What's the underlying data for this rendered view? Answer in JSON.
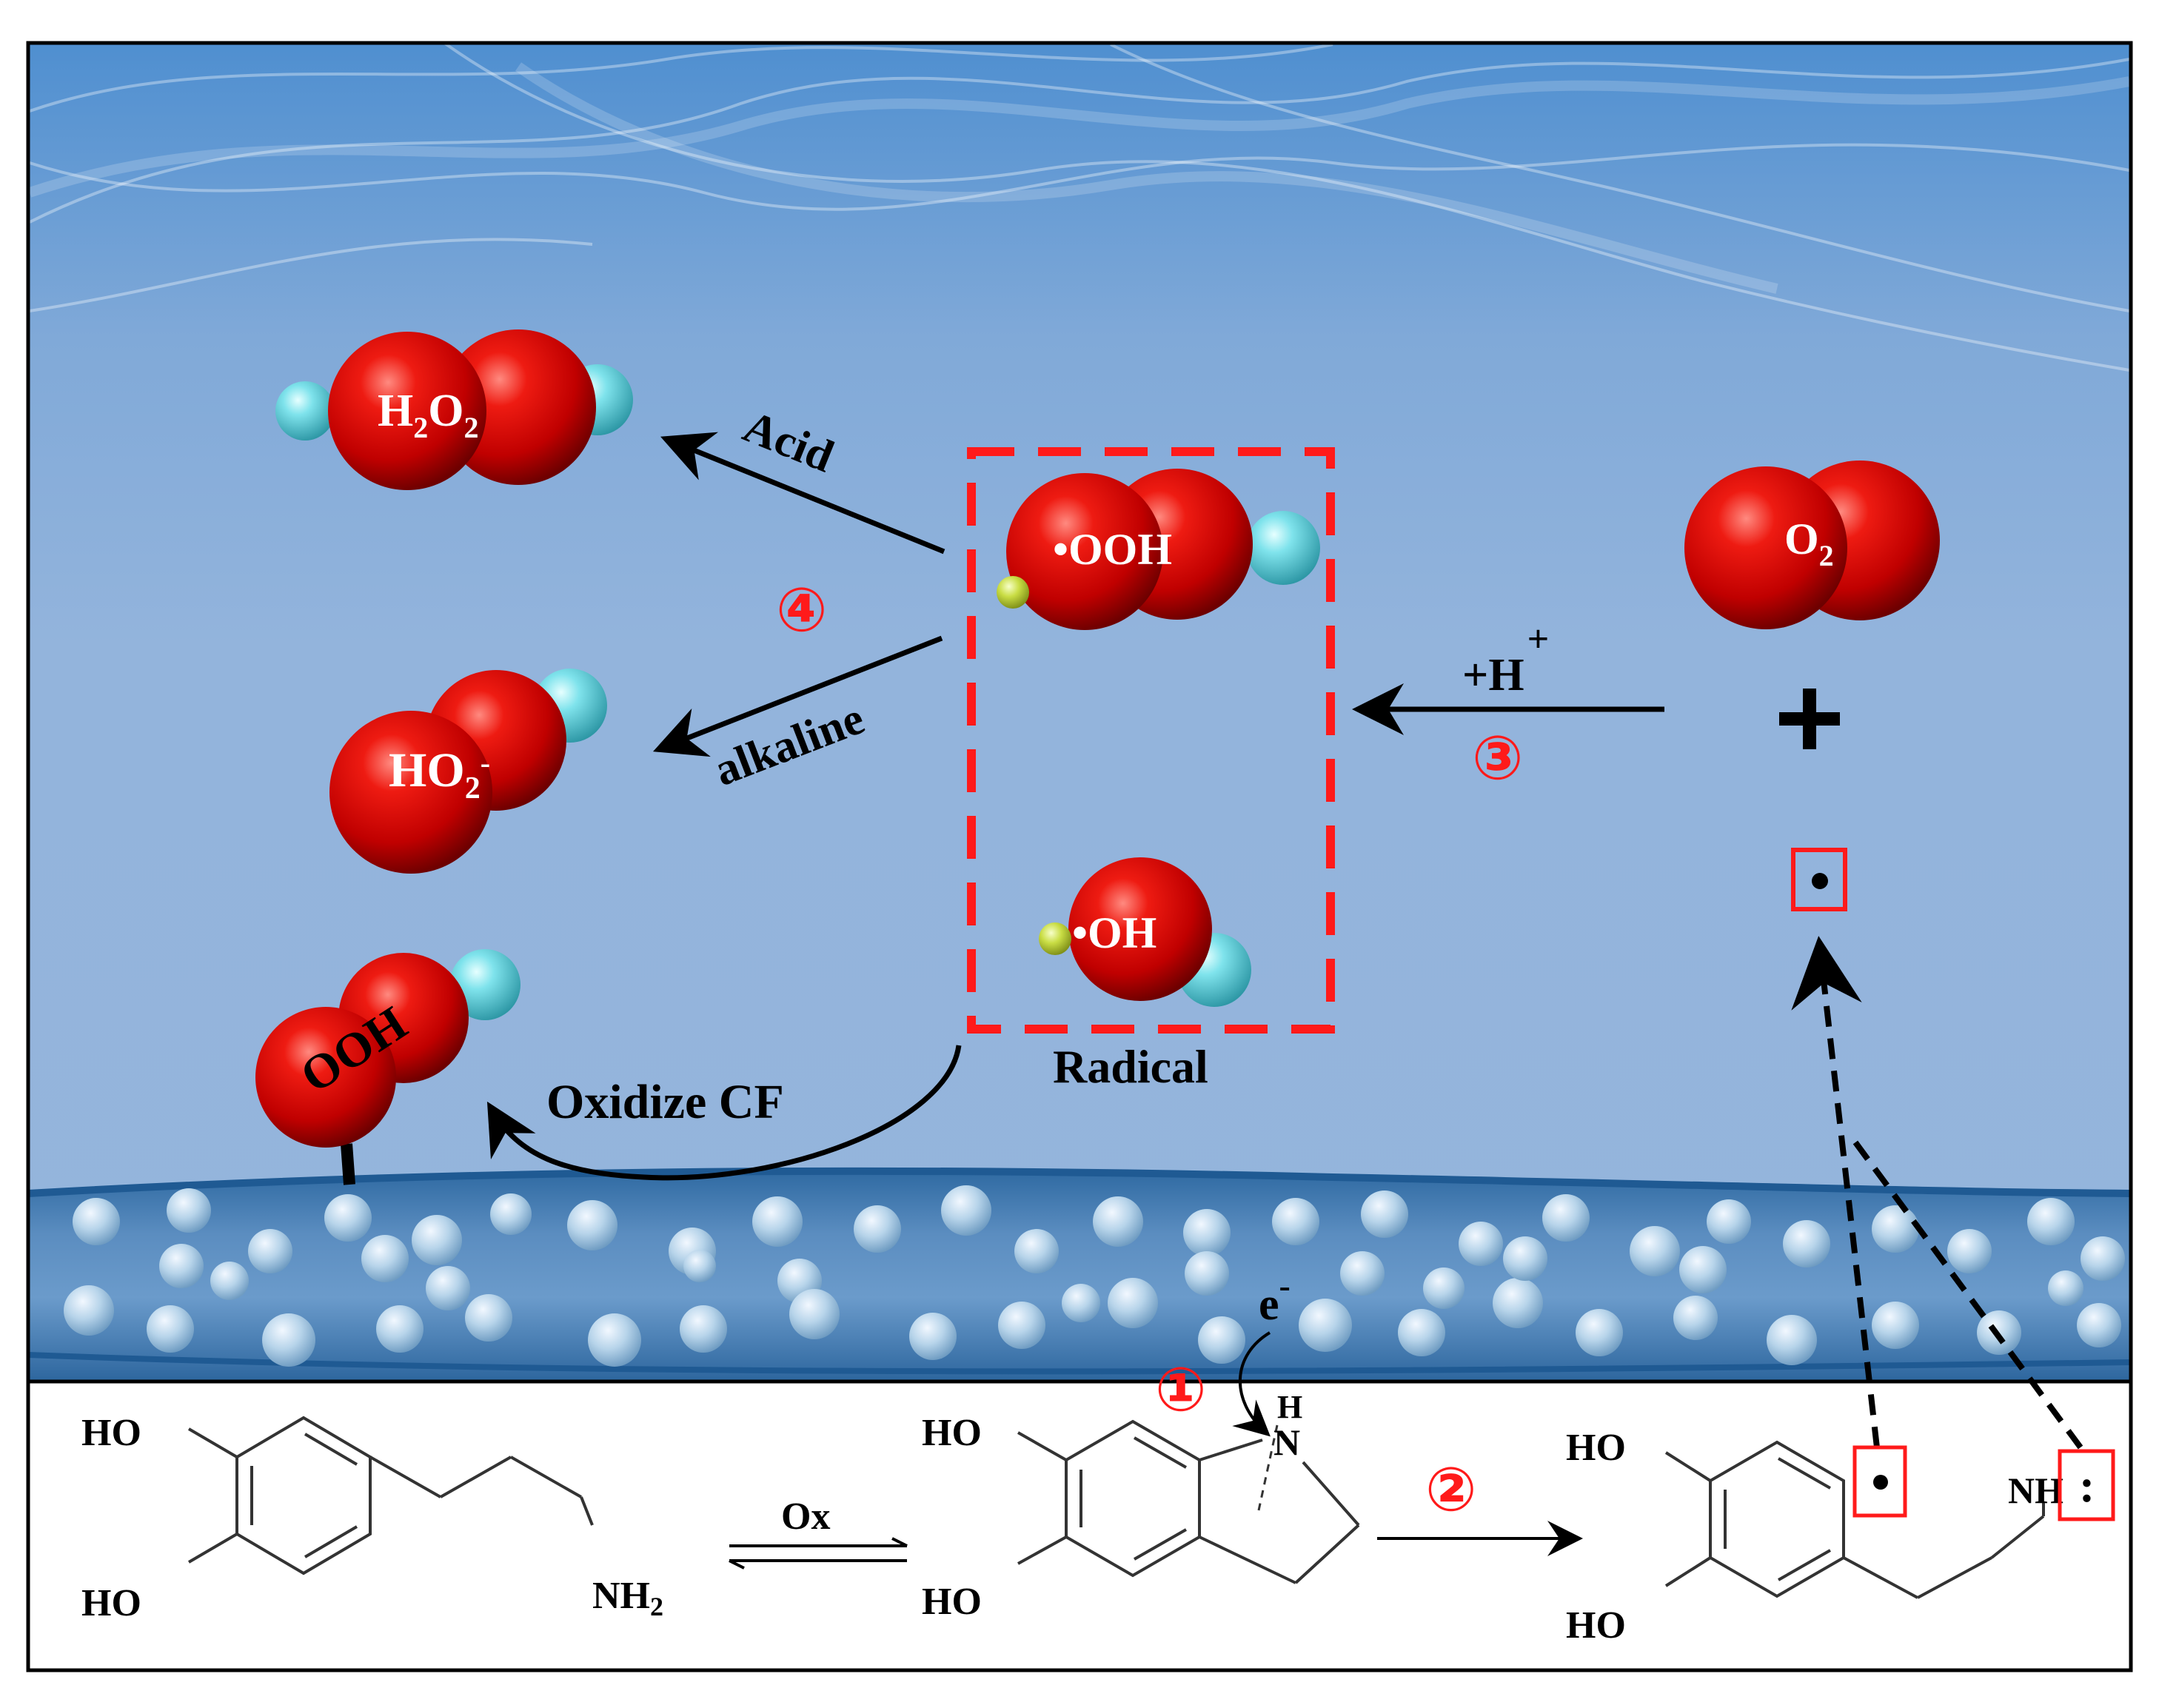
{
  "molecules": {
    "h2o2": {
      "main": "H",
      "sub1": "2",
      "mid": "O",
      "sub2": "2"
    },
    "ho2_minus": {
      "main": "HO",
      "sub": "2",
      "sup": "-"
    },
    "ooh_surface": {
      "label": "OOH"
    },
    "ooh_radical": {
      "label": "OOH",
      "dot": "•"
    },
    "oh_radical": {
      "label": "OH",
      "dot": "•"
    },
    "o2": {
      "main": "O",
      "sub": "2"
    }
  },
  "labels": {
    "acid": "Acid",
    "alkaline": "alkaline",
    "oxidize_cf": "Oxidize CF",
    "radical": "Radical",
    "h_plus": "+H",
    "h_plus_sup": "+",
    "plus_sign": "+",
    "electron": "e",
    "electron_sup": "-",
    "ox": "Ox"
  },
  "steps": {
    "one": "①",
    "two": "②",
    "three": "③",
    "four": "④"
  },
  "chem": {
    "dopamine_ho_top": "HO",
    "dopamine_ho_bottom": "HO",
    "dopamine_nh": "NH",
    "dopamine_nh_sub": "2",
    "indoline_ho_top": "HO",
    "indoline_ho_bottom": "HO",
    "indoline_h": "H",
    "indoline_n": "N",
    "radical_ho_top": "HO",
    "radical_ho_bottom": "HO",
    "radical_nh": "NH",
    "radical_colon": ":"
  },
  "colors": {
    "water_top": "#5b98d6",
    "water_mid": "#8fb2dc",
    "fiber": "#3b73a8",
    "oxygen": "#d90000",
    "hydrogen": "#5fd0dc",
    "radical_box": "#ff1a1a",
    "step_number": "#ff1a1a"
  }
}
